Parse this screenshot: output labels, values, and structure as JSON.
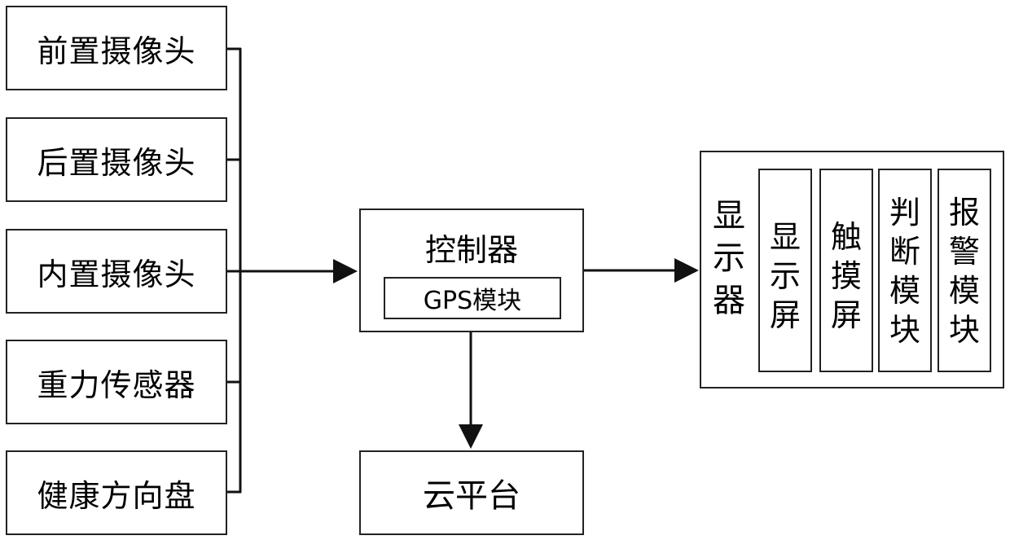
{
  "inputs": [
    "前置摄像头",
    "后置摄像头",
    "内置摄像头",
    "重力传感器",
    "健康方向盘"
  ],
  "controller": {
    "title": "控制器",
    "module": "GPS模块"
  },
  "cloud": "云平台",
  "display": {
    "label": "显示器",
    "submodules": [
      "显示屏",
      "触摸屏",
      "判断模块",
      "报警模块"
    ]
  }
}
